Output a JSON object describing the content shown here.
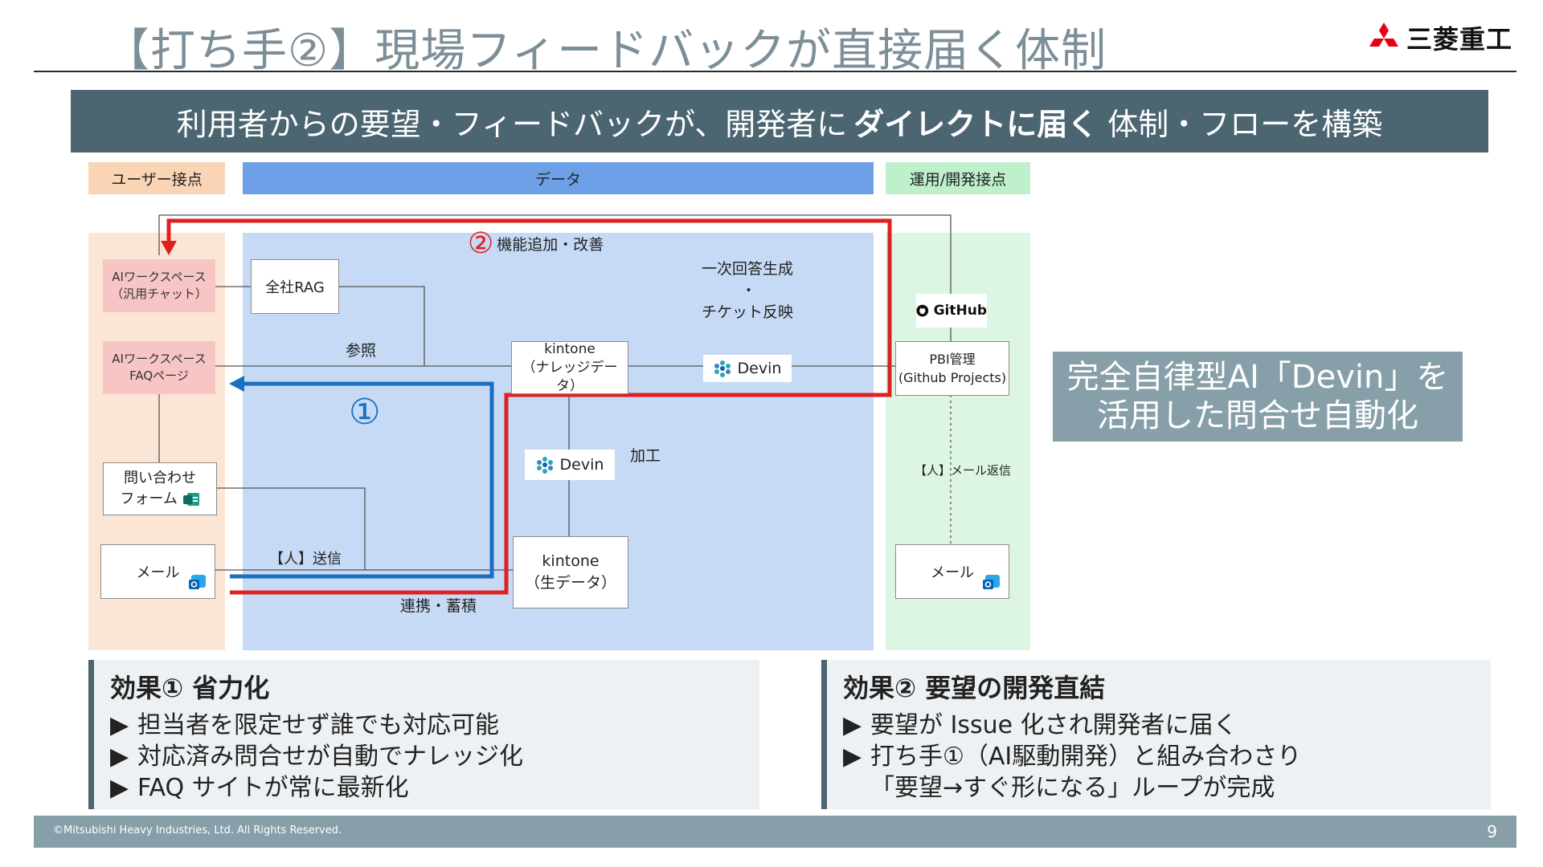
{
  "header": {
    "title": "【打ち手②】現場フィードバックが直接届く体制",
    "logo_text": "三菱重工"
  },
  "banner": {
    "pre": "利用者からの要望・フィードバックが、開発者に",
    "bold": "ダイレクトに届く",
    "post": "体制・フローを構築"
  },
  "columns": {
    "user": "ユーザー接点",
    "data": "データ",
    "ops": "運用/開発接点"
  },
  "diagram": {
    "ai_workspace_chat": [
      "AIワークスペース",
      "（汎用チャット）"
    ],
    "ai_workspace_faq": [
      "AIワークスペース",
      "FAQページ"
    ],
    "inquiry_form": [
      "問い合わせ",
      "フォーム"
    ],
    "mail_user": "メール",
    "rag": "全社RAG",
    "kintone_knowledge": [
      "kintone",
      "（ナレッジデータ）"
    ],
    "kintone_raw": [
      "kintone",
      "（生データ）"
    ],
    "devin_label": "Devin",
    "github_label": "GitHub",
    "pbi": [
      "PBI管理",
      "(Github Projects)"
    ],
    "mail_ops": "メール",
    "label_reference": "参照",
    "label_first_answer": [
      "一次回答生成",
      "・",
      "チケット反映"
    ],
    "label_processing": "加工",
    "label_send": "【人】送信",
    "label_link_store": "連携・蓄積",
    "label_mail_reply": "【人】メール返信",
    "label_feature": "機能追加・改善",
    "flow1_marker": "①",
    "flow2_marker": "②",
    "colors": {
      "flow1": "#1a6fc0",
      "flow2": "#e02020"
    }
  },
  "callout": [
    "完全自律型AI「Devin」を",
    "活用した問合せ自動化"
  ],
  "effects": [
    {
      "title": "効果①  省力化",
      "items": [
        "担当者を限定せず誰でも対応可能",
        "対応済み問合せが自動でナレッジ化",
        "FAQ サイトが常に最新化"
      ]
    },
    {
      "title": "効果②  要望の開発直結",
      "items": [
        "要望が Issue 化され開発者に届く",
        "打ち手①（AI駆動開発）と組み合わさり",
        "「要望→すぐ形になる」ループが完成"
      ]
    }
  ],
  "footer": {
    "copyright": "©Mitsubishi Heavy Industries, Ltd.  All Rights Reserved.",
    "page": "9"
  }
}
